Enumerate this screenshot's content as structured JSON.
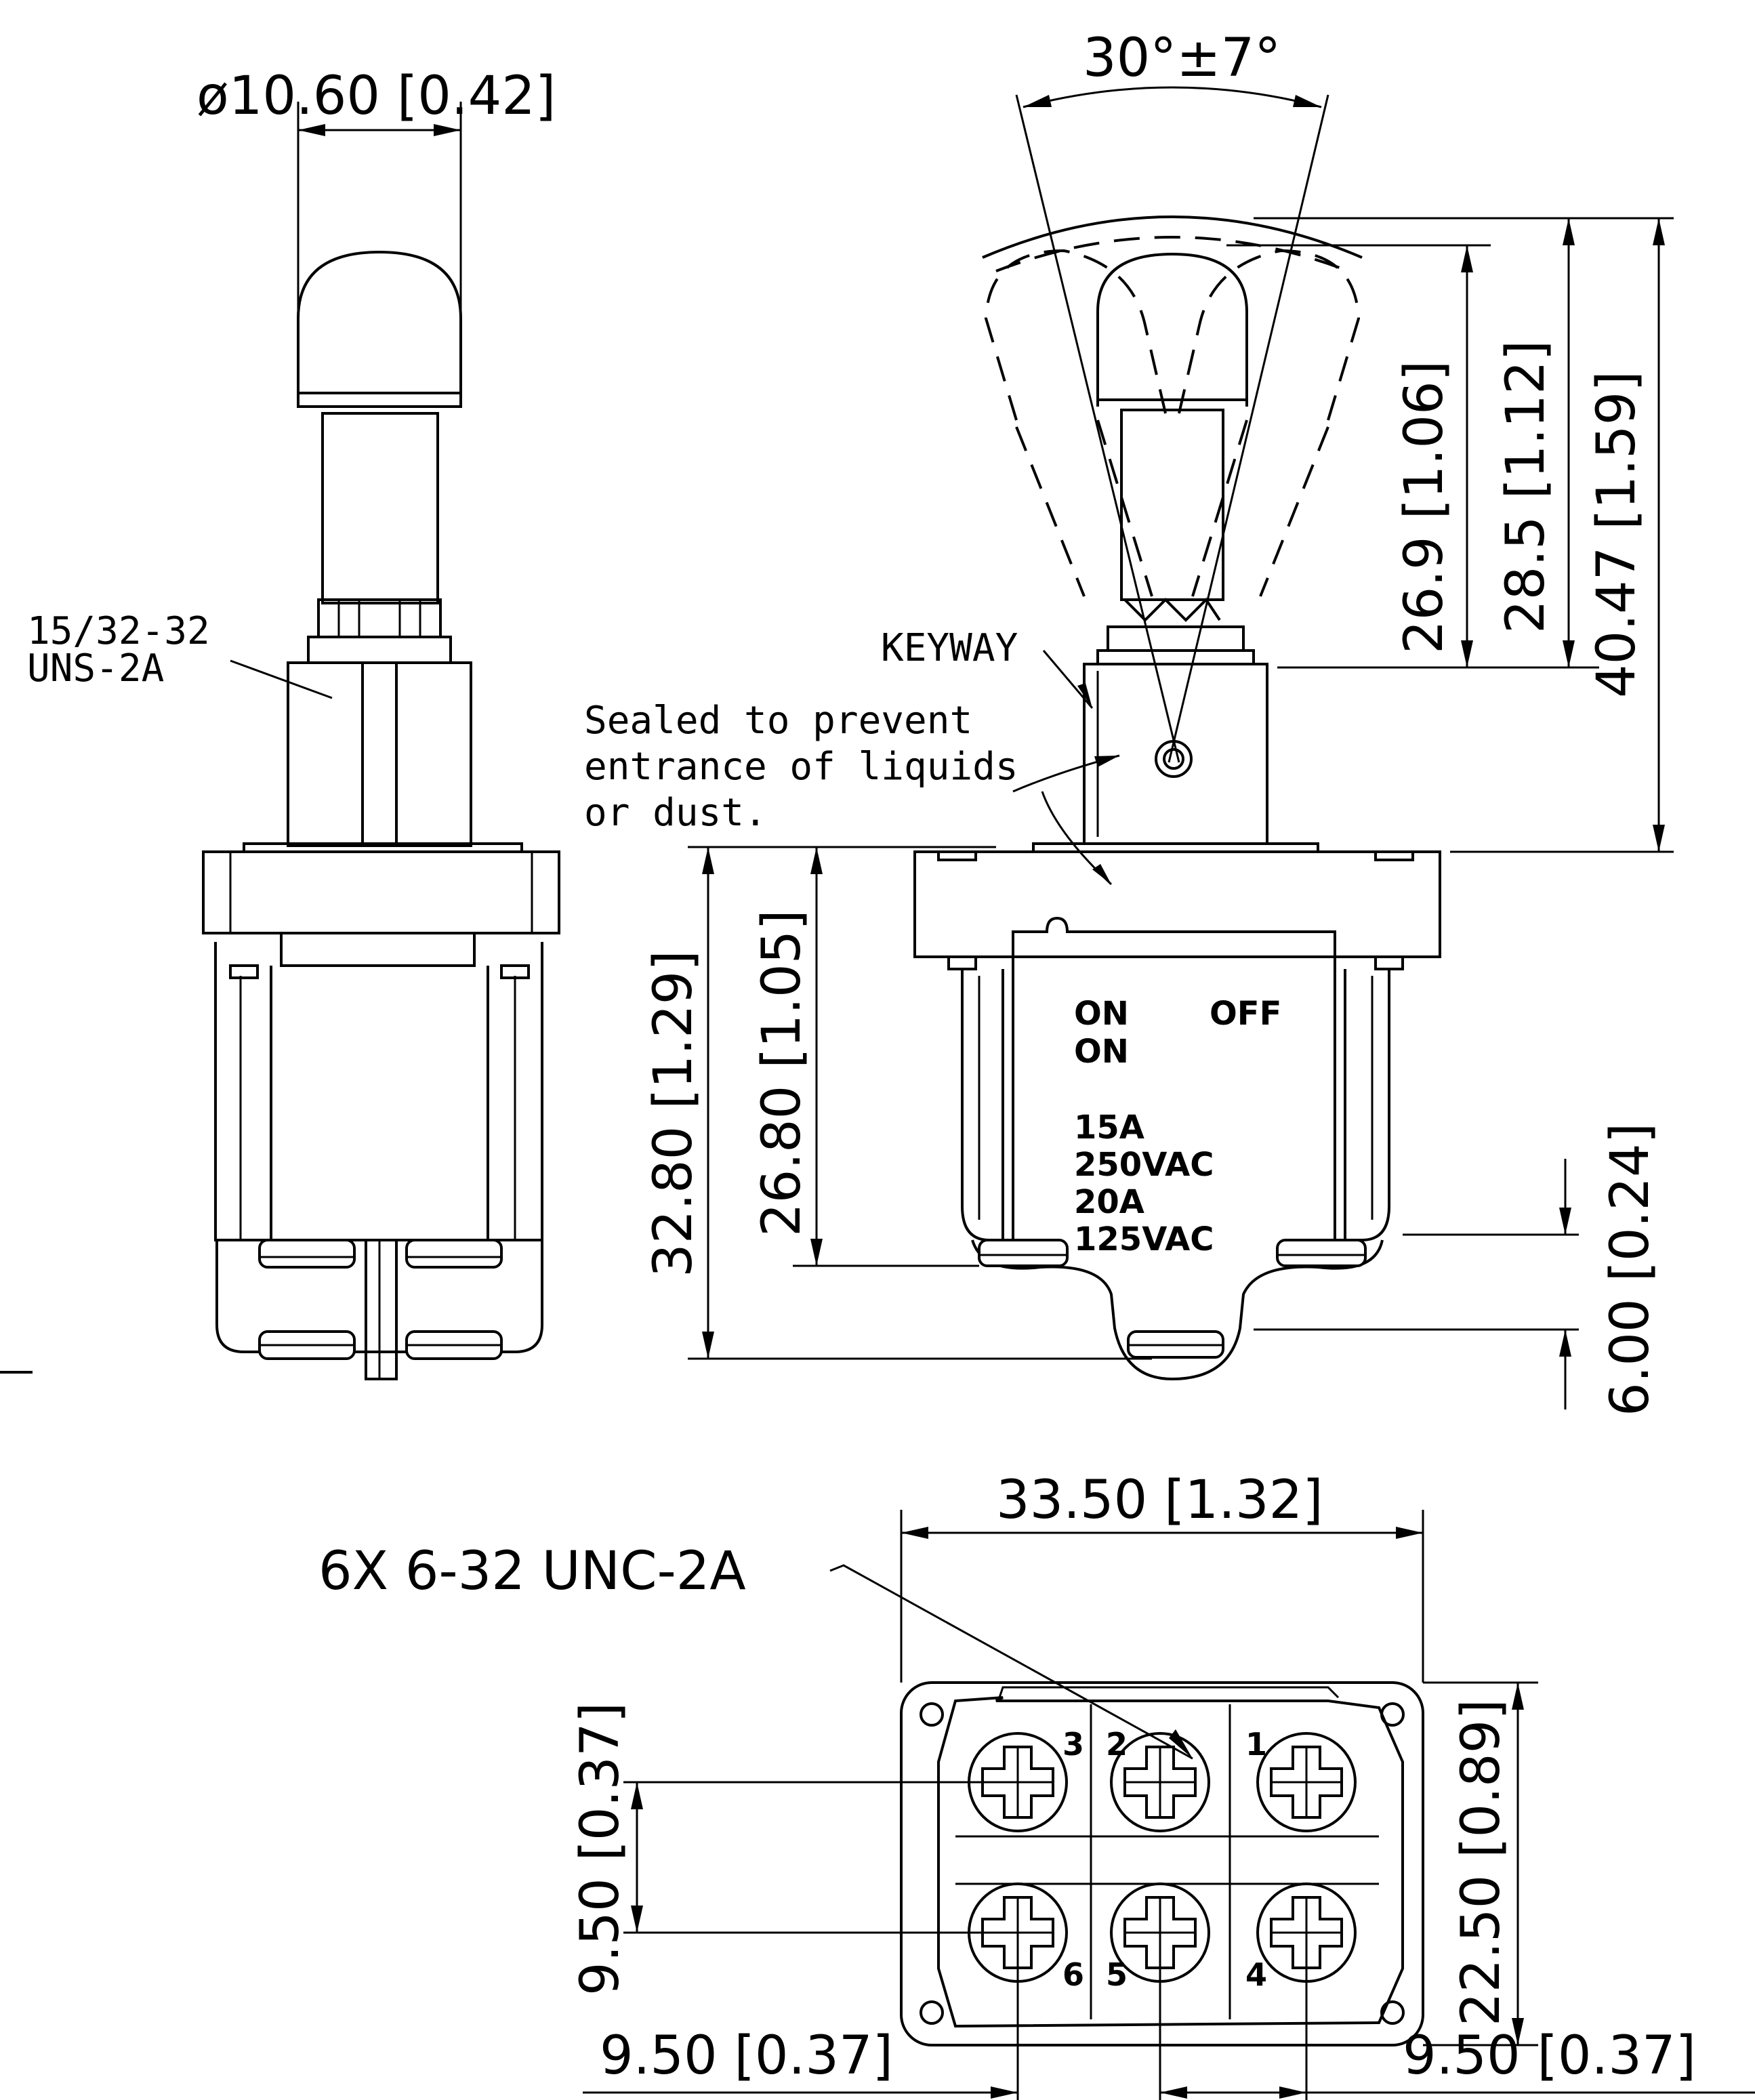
{
  "dimensions": {
    "lever_diameter": "ø10.60 [0.42]",
    "angle": "30°±7°",
    "height_26_9": "26.9 [1.06]",
    "height_28_5": "28.5 [1.12]",
    "height_40_47": "40.47 [1.59]",
    "body_32_80": "32.80 [1.29]",
    "body_26_80": "26.80 [1.05]",
    "terminal_offset": "6.00 [0.24]",
    "width_33_50": "33.50 [1.32]",
    "pitch_vertical": "9.50 [0.37]",
    "height_22_50": "22.50 [0.89]",
    "pitch_left": "9.50 [0.37]",
    "pitch_right": "9.50 [0.37]"
  },
  "notes": {
    "thread_line1": "15/32-32",
    "thread_line2": "UNS-2A",
    "keyway": "KEYWAY",
    "sealed_line1": "Sealed to prevent",
    "sealed_line2": "entrance of liquids",
    "sealed_line3": "or dust.",
    "screws": "6X 6-32 UNC-2A"
  },
  "body_marking": {
    "line1_left": "ON",
    "line1_right": "OFF",
    "line2": "ON",
    "rating1": "15A",
    "rating2": "250VAC",
    "rating3": "20A",
    "rating4": "125VAC"
  },
  "terminals": [
    "3",
    "2",
    "1",
    "6",
    "5",
    "4"
  ]
}
